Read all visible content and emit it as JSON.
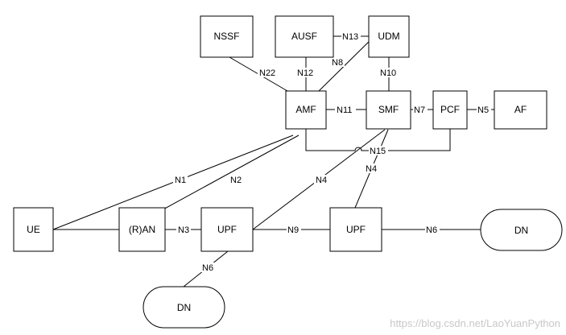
{
  "nodes": {
    "nssf": "NSSF",
    "ausf": "AUSF",
    "udm": "UDM",
    "amf": "AMF",
    "smf": "SMF",
    "pcf": "PCF",
    "af": "AF",
    "ue": "UE",
    "ran": "(R)AN",
    "upf1": "UPF",
    "upf2": "UPF",
    "dn_right": "DN",
    "dn_bottom": "DN"
  },
  "interfaces": {
    "n1": "N1",
    "n2": "N2",
    "n3": "N3",
    "n4a": "N4",
    "n4b": "N4",
    "n5": "N5",
    "n6a": "N6",
    "n6b": "N6",
    "n7": "N7",
    "n8": "N8",
    "n9": "N9",
    "n10": "N10",
    "n11": "N11",
    "n12": "N12",
    "n13": "N13",
    "n15": "N15",
    "n22": "N22"
  },
  "watermark": "https://blog.csdn.net/LaoYuanPython"
}
